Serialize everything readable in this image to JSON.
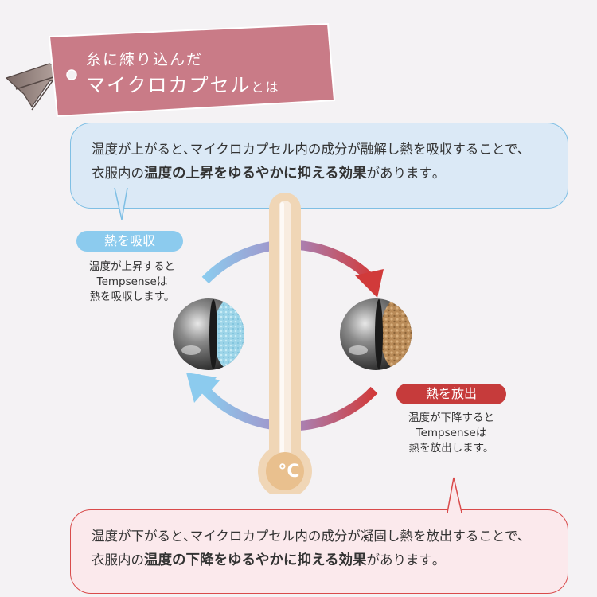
{
  "title": {
    "line1": "糸に練り込んだ",
    "line2_main": "マイクロカプセル",
    "line2_small": "とは"
  },
  "top_bubble": {
    "line1": "温度が上がると､マイクロカプセル内の成分が融解し熱を吸収することで､",
    "line2_prefix": "衣服内の",
    "line2_bold": "温度の上昇をゆるやかに抑える効果",
    "line2_suffix": "があります｡"
  },
  "bottom_bubble": {
    "line1": "温度が下がると､マイクロカプセル内の成分が凝固し熱を放出することで､",
    "line2_prefix": "衣服内の",
    "line2_bold": "温度の下降をゆるやかに抑える効果",
    "line2_suffix": "があります｡"
  },
  "absorb": {
    "label": "熱を吸収",
    "line1": "温度が上昇すると",
    "line2": "Tempsenseは",
    "line3": "熱を吸収します。"
  },
  "release": {
    "label": "熱を放出",
    "line1": "温度が下降すると",
    "line2": "Tempsenseは",
    "line3": "熱を放出します。"
  },
  "thermometer_unit": "°C",
  "colors": {
    "banner": "#c97b87",
    "absorb_blue": "#8ccbee",
    "release_red": "#c63b3b",
    "thermo_cream": "#f0d6b6",
    "arrow_purple": "#a48bc4"
  }
}
